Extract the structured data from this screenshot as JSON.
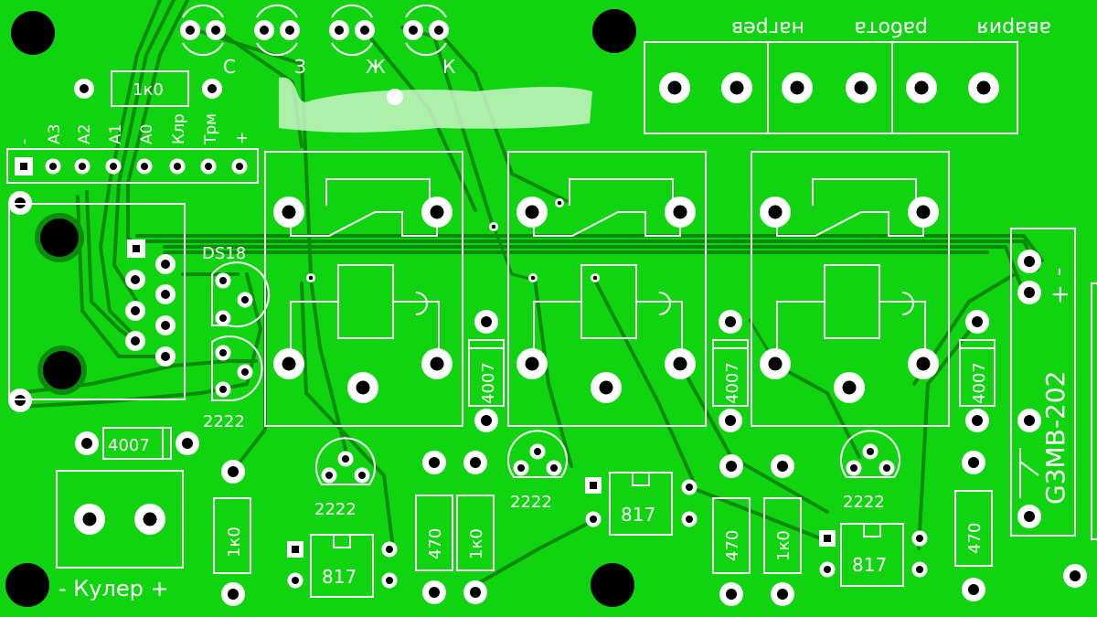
{
  "colors": {
    "board": "#11d411",
    "trace": "#0b8a0b",
    "silkscreen": "#ffffff",
    "pad_ring": "#ffffff",
    "hole": "#000000"
  },
  "labels": {
    "led_c": "С",
    "led_z": "З",
    "led_zh": "Ж",
    "led_k": "К",
    "res_top": "1к0",
    "header_pins": [
      "-",
      "A3",
      "A2",
      "A1",
      "A0",
      "Клр",
      "Трм",
      "+"
    ],
    "sensor": "DS18",
    "transistor_left": "2222",
    "diode_left": "4007",
    "cooler": "- Кулер +",
    "relay_label_1": "нагрев",
    "relay_label_2": "работа",
    "relay_label_3": "авария",
    "diode_1": "4007",
    "diode_2": "4007",
    "diode_3": "4007",
    "transistor_1": "2222",
    "transistor_2": "2222",
    "transistor_3": "2222",
    "opto_1": "817",
    "opto_2": "817",
    "opto_3": "817",
    "res_470_1": "470",
    "res_1k_1": "1к0",
    "res_1k_left": "1к0",
    "res_470_2": "470",
    "res_1k_2": "1к0",
    "res_470_3": "470",
    "ssr": "G3MB-202",
    "ssr_minus": "-",
    "ssr_plus": "+"
  }
}
